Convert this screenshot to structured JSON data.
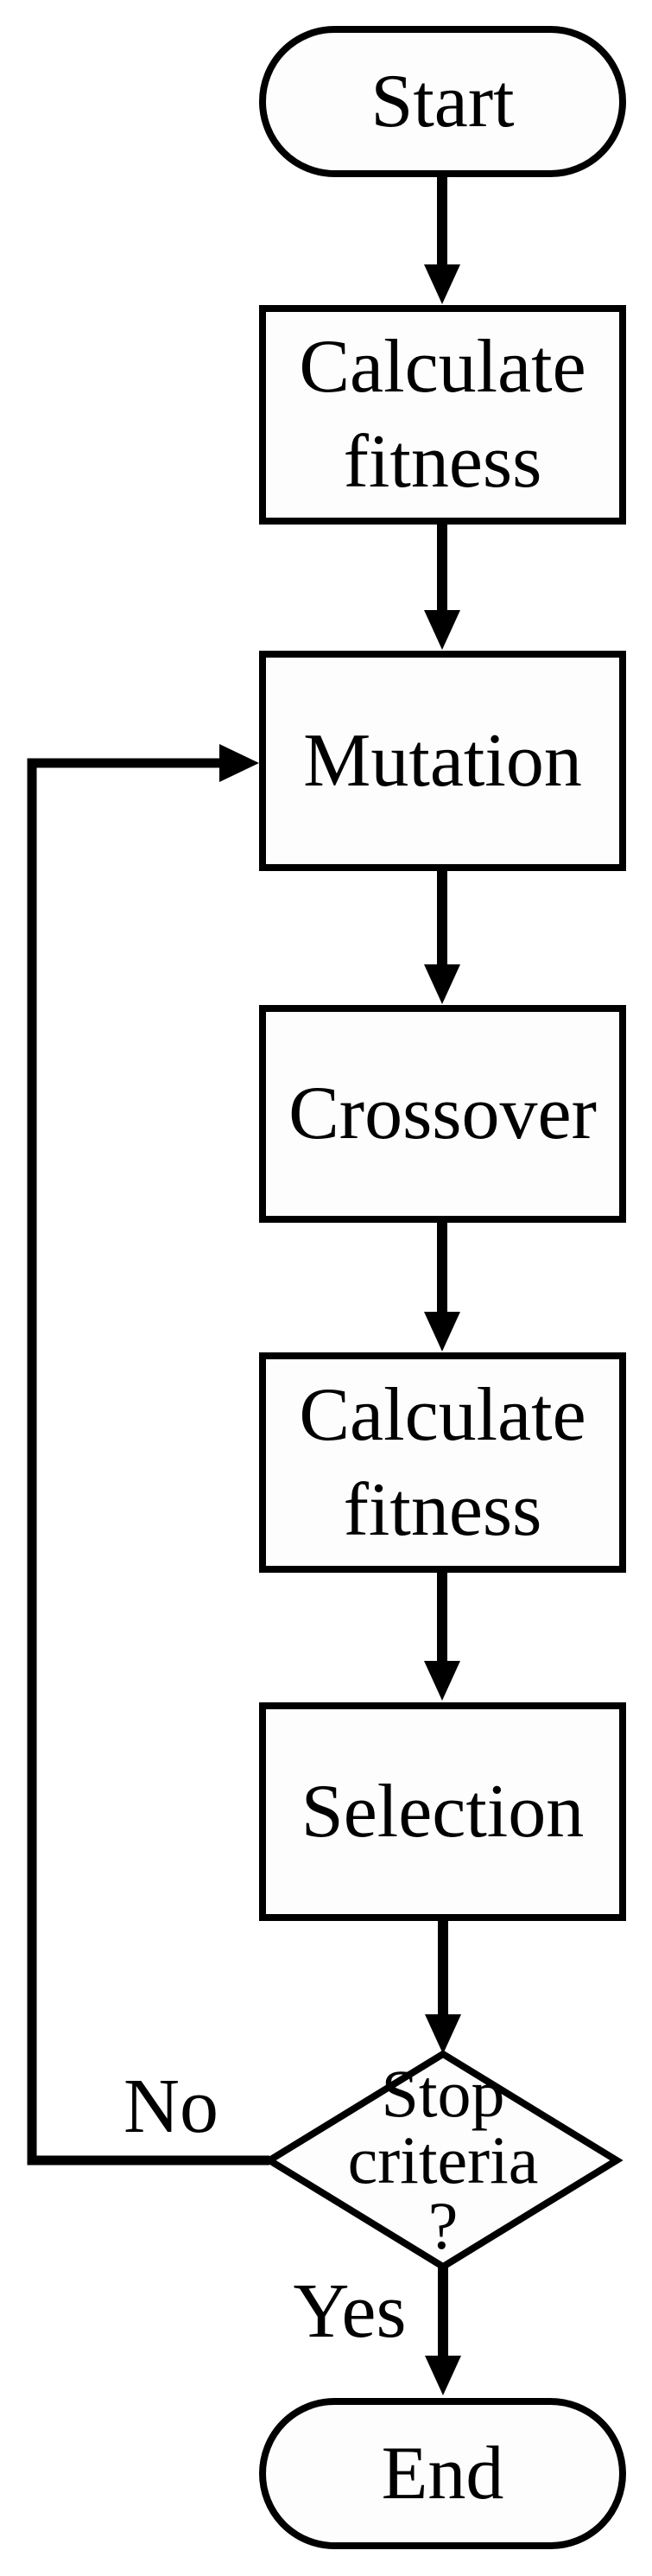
{
  "figure": {
    "type": "flowchart",
    "colors": {
      "stroke": "#000000",
      "background": "#ffffff",
      "node_fill": "#fdfdfd",
      "text": "#000000"
    },
    "nodes": [
      {
        "id": "start",
        "shape": "terminator",
        "lines": [
          "Start"
        ]
      },
      {
        "id": "calculate-fitness-1",
        "shape": "process",
        "lines": [
          "Calculate",
          "fitness"
        ]
      },
      {
        "id": "mutation",
        "shape": "process",
        "lines": [
          "Mutation"
        ]
      },
      {
        "id": "crossover",
        "shape": "process",
        "lines": [
          "Crossover"
        ]
      },
      {
        "id": "calculate-fitness-2",
        "shape": "process",
        "lines": [
          "Calculate",
          "fitness"
        ]
      },
      {
        "id": "selection",
        "shape": "process",
        "lines": [
          "Selection"
        ]
      },
      {
        "id": "stop-criteria",
        "shape": "decision",
        "lines": [
          "Stop",
          "criteria",
          "?"
        ]
      },
      {
        "id": "end",
        "shape": "terminator",
        "lines": [
          "End"
        ]
      }
    ],
    "edge_labels": [
      {
        "id": "no",
        "text": "No"
      },
      {
        "id": "yes",
        "text": "Yes"
      }
    ]
  }
}
